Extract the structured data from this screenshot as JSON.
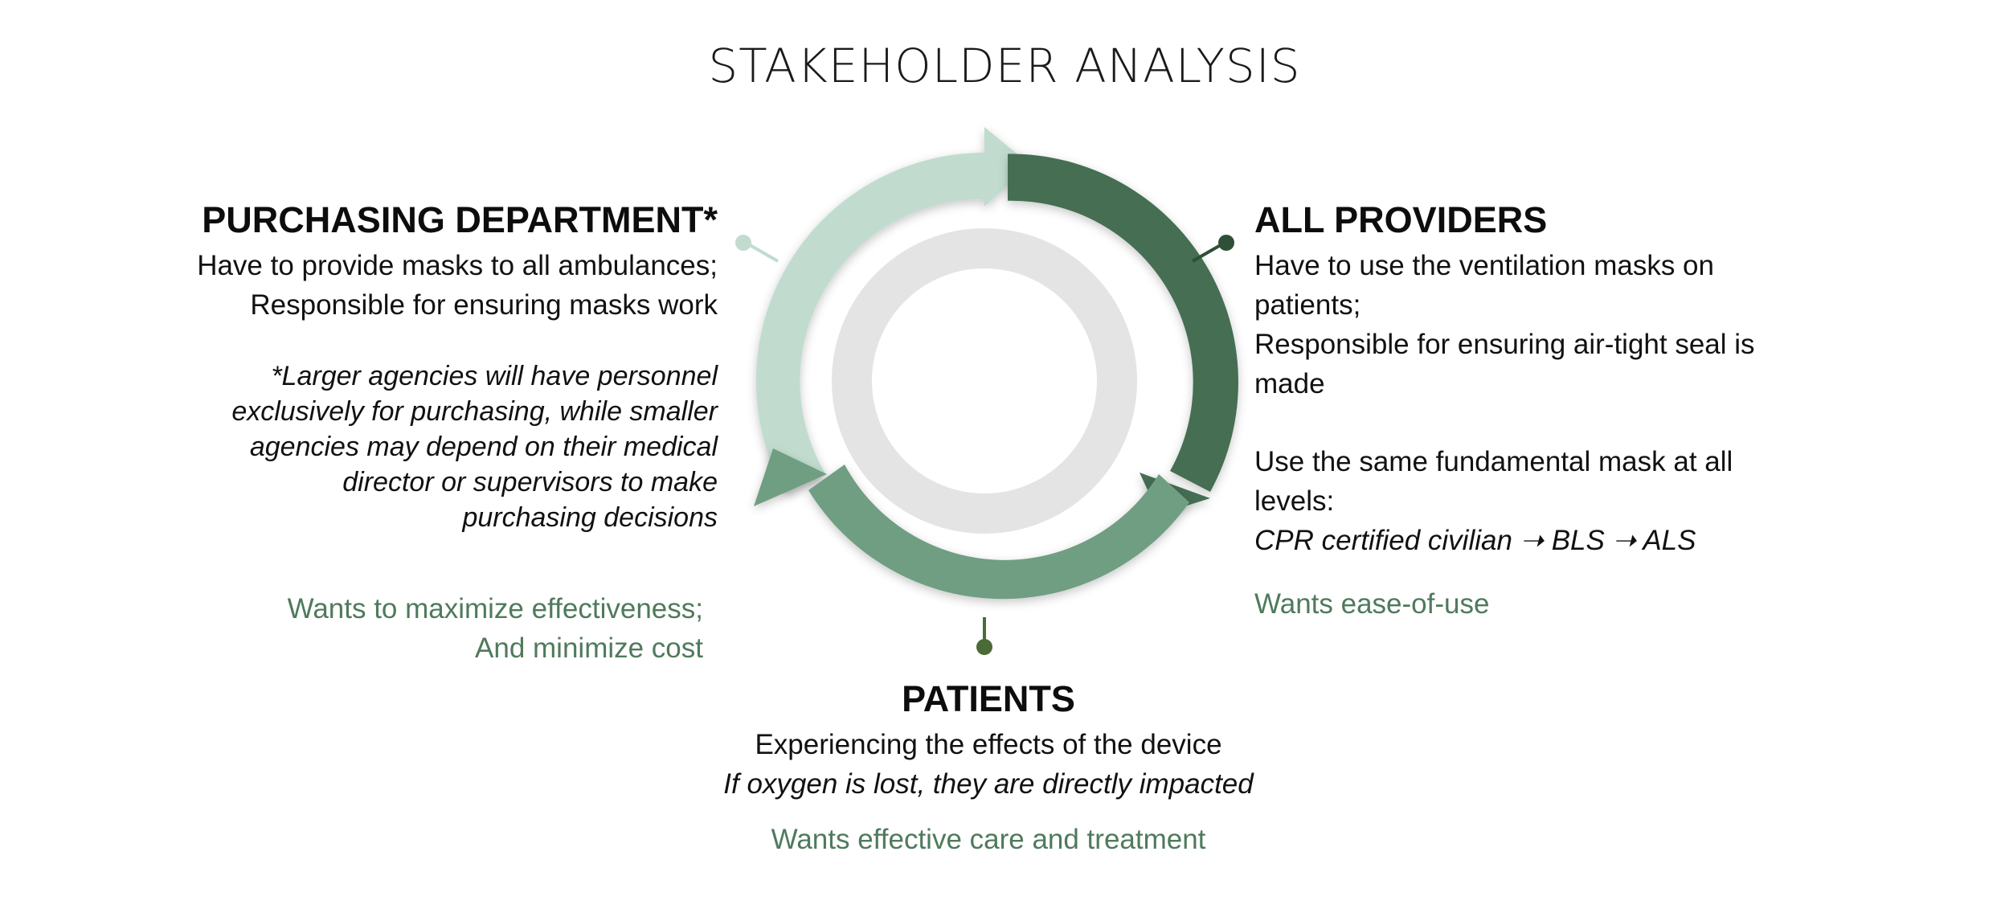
{
  "title": "STAKEHOLDER ANALYSIS",
  "colors": {
    "dark_green": "#456e53",
    "mid_green": "#6f9e82",
    "light_green": "#c1dccf",
    "ring_gray": "#e4e4e4",
    "wants_text": "#4f7a5c",
    "heading_text": "#0d0d0d"
  },
  "stakeholders": {
    "purchasing": {
      "heading": "PURCHASING DEPARTMENT*",
      "lines": [
        "Have to provide masks to all ambulances;",
        "Responsible for ensuring masks work"
      ],
      "note_lines": [
        "*Larger agencies will have personnel",
        "exclusively for purchasing, while smaller",
        "agencies may depend on their medical",
        "director or supervisors to make",
        "purchasing decisions"
      ],
      "wants": [
        "Wants to maximize effectiveness;",
        "And minimize cost"
      ]
    },
    "providers": {
      "heading": "ALL PROVIDERS",
      "lines": [
        "Have to use the ventilation masks on",
        "patients;",
        "Responsible for ensuring air-tight seal is",
        "made"
      ],
      "lines2": [
        "Use the same fundamental mask at all",
        "levels:"
      ],
      "levels_line": "CPR certified civilian  ➝ BLS  ➝ ALS",
      "wants": [
        "Wants ease-of-use"
      ]
    },
    "patients": {
      "heading": "PATIENTS",
      "line": "Experiencing the effects of the device",
      "italic_line": "If oxygen is lost, they are directly impacted",
      "wants": [
        "Wants effective care and treatment"
      ]
    }
  }
}
